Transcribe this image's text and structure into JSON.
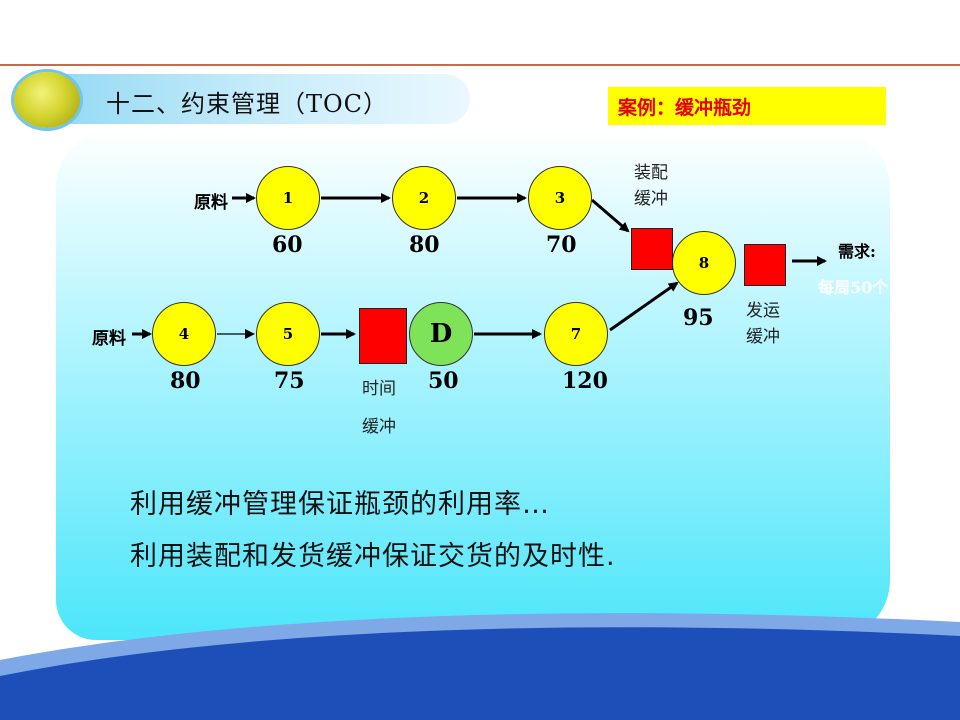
{
  "slide": {
    "title": "十二、约束管理（TOC）",
    "case_label": "案例：缓冲瓶劲",
    "raw_label_top": "原料",
    "raw_label_bottom": "原料",
    "demand_label": "需求:",
    "demand_sub": "每周50个",
    "assembly_buffer_label": [
      "装配",
      "缓冲"
    ],
    "time_buffer_label": [
      "时间",
      "缓冲"
    ],
    "ship_buffer_label": [
      "发运",
      "缓冲"
    ],
    "lines": [
      "利用缓冲管理保证瓶颈的利用率…",
      "利用装配和发货缓冲保证交货的及时性."
    ]
  },
  "nodes": [
    {
      "id": "1",
      "capacity": "60"
    },
    {
      "id": "2",
      "capacity": "80"
    },
    {
      "id": "3",
      "capacity": "70"
    },
    {
      "id": "4",
      "capacity": "80"
    },
    {
      "id": "5",
      "capacity": "75"
    },
    {
      "id": "D",
      "capacity": "50"
    },
    {
      "id": "7",
      "capacity": "120"
    },
    {
      "id": "8",
      "capacity": "95"
    }
  ],
  "colors": {
    "node_fill": "#ffff00",
    "bottleneck_fill": "#7fe35a",
    "buffer_fill": "#ff0000",
    "case_bg": "#ffff00",
    "case_text": "#e60000"
  }
}
